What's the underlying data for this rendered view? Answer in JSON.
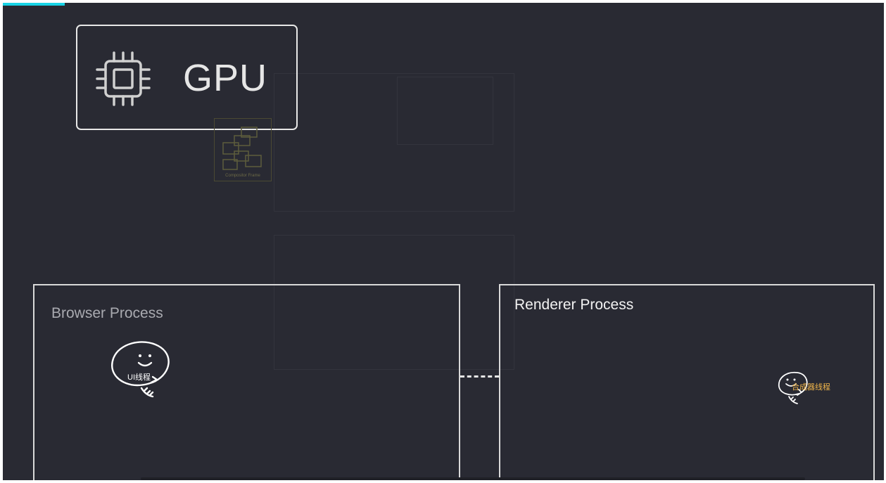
{
  "colors": {
    "background": "#292a33",
    "stroke": "#e8e8e8",
    "progress": "#19d3e6",
    "compositor_label": "#f0b54a"
  },
  "gpu": {
    "label": "GPU",
    "icon": "chip-icon"
  },
  "compositor_frame": {
    "label": "Compositor Frame",
    "icon": "layers-icon"
  },
  "browser_process": {
    "title": "Browser Process",
    "thread_label": "UI线程",
    "thread_icon": "smiley-thread-icon"
  },
  "renderer_process": {
    "title": "Renderer Process",
    "thread_label": "合成器线程",
    "thread_icon": "smiley-thread-icon"
  },
  "connection": {
    "style": "dashed"
  }
}
